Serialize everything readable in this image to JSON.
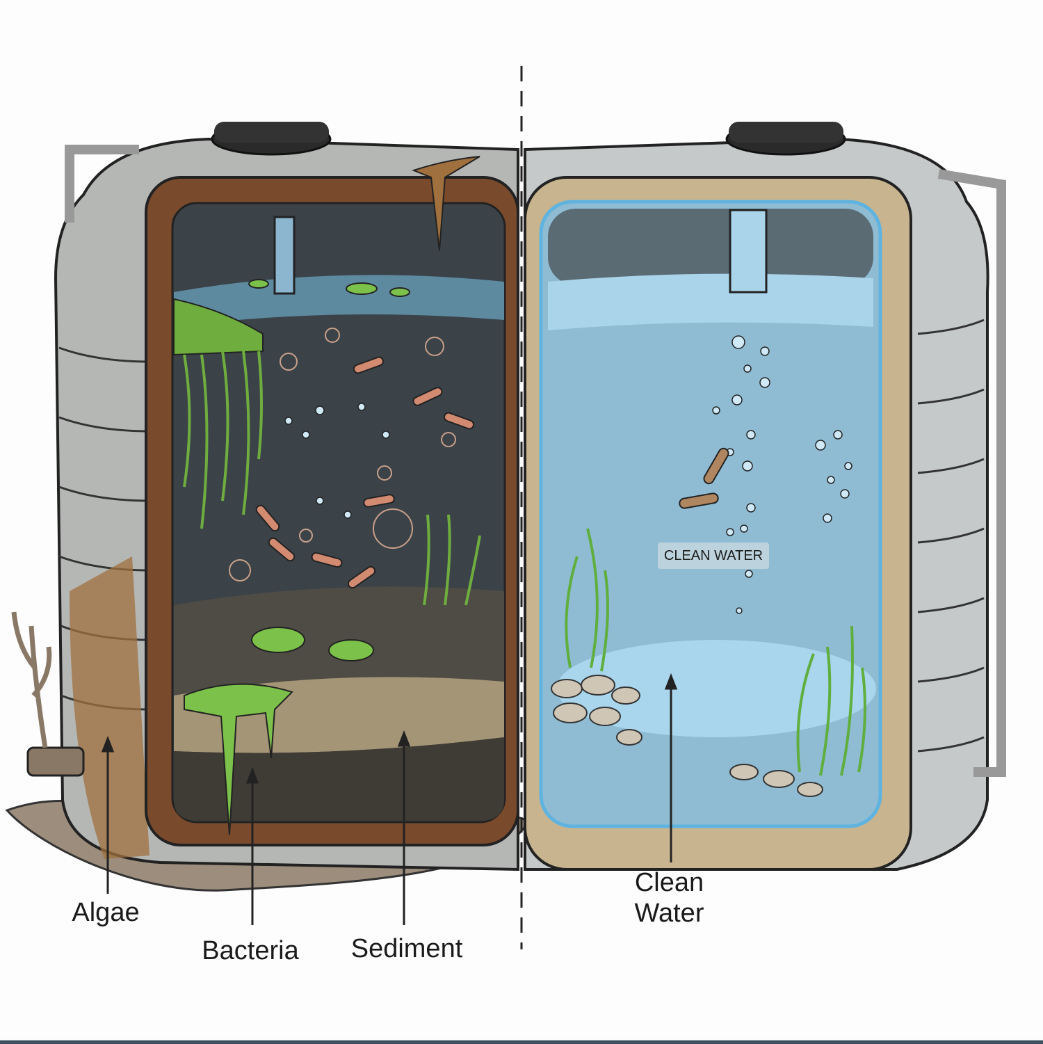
{
  "labels": {
    "algae": "Algae",
    "bacteria": "Bacteria",
    "sediment": "Sediment",
    "clean_water_line1": "Clean",
    "clean_water_line2": "Water",
    "clean_water_inset": "CLEAN WATER"
  },
  "colors": {
    "tank_shell": "#b9bcbc",
    "rust": "#7a4a2c",
    "dirty_water": "#3b4349",
    "clean_water": "#8fbcd3",
    "algae": "#7cc24a",
    "sand": "#c8b58f",
    "bottom_bar": "#3f5265"
  }
}
